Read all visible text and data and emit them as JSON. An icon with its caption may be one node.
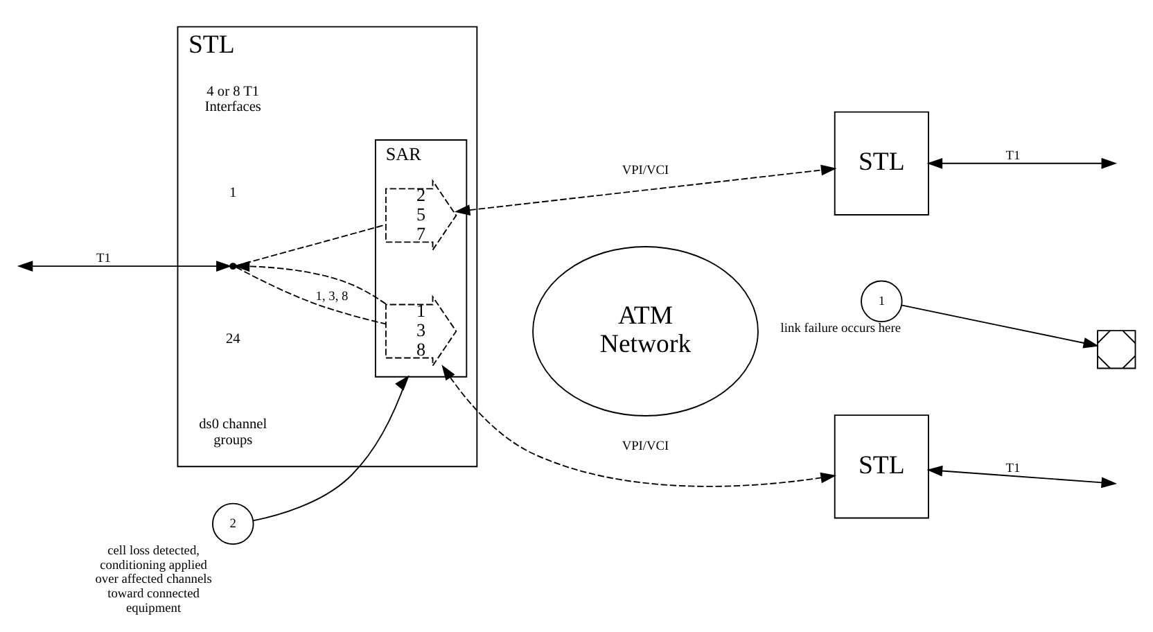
{
  "diagram": {
    "nodes": [
      {
        "text": [
          "STL"
        ]
      },
      {
        "text": [
          "SAR"
        ],
        "in": 0
      },
      {
        "text": [
          "1 3 8"
        ],
        "in": 1
      },
      {
        "text": [
          "2 5 7"
        ],
        "in": 1
      },
      {
        "text": [],
        "shape": "point",
        "in": 0
      },
      {
        "text": [
          "ATM Network"
        ]
      },
      {
        "text": [
          "STL"
        ]
      },
      {
        "text": [
          "STL"
        ]
      },
      {
        "text": [
          "2"
        ],
        "beside": [
          "cell loss detected, conditioning applied over affected channels toward connected equipment"
        ]
      },
      {
        "text": [
          "1"
        ],
        "beside": [
          "link failure occurs here"
        ]
      },
      {
        "text": [],
        "shape": "cross"
      }
    ],
    "edges": [
      {
        "from": null,
        "to": 4,
        "arrow": "both",
        "label": "T1"
      },
      {
        "from": 4,
        "to": 2,
        "arrow": "none",
        "style": "dashed",
        "label": "1, 3, 8"
      },
      {
        "from": 2,
        "to": 4,
        "arrow": "to",
        "style": "dashed"
      },
      {
        "from": 4,
        "to": 3,
        "arrow": "none",
        "style": "dashed"
      },
      {
        "from": 2,
        "to": 6,
        "arrow": "both",
        "style": "dashed",
        "label": "VPI/VCI"
      },
      {
        "from": 3,
        "to": 7,
        "arrow": "both",
        "style": "dashed",
        "label": "VPI/VCI"
      },
      {
        "from": 6,
        "to": null,
        "arrow": "both",
        "label": "T1"
      },
      {
        "from": 7,
        "to": null,
        "arrow": "both",
        "label": "T1"
      },
      {
        "from": 8,
        "to": 1,
        "arrow": "to"
      },
      {
        "from": 9,
        "to": 10,
        "arrow": "to"
      }
    ],
    "labels": [
      "4 or 8 T1 Interfaces",
      "1",
      "24",
      "ds0 channel groups"
    ]
  }
}
